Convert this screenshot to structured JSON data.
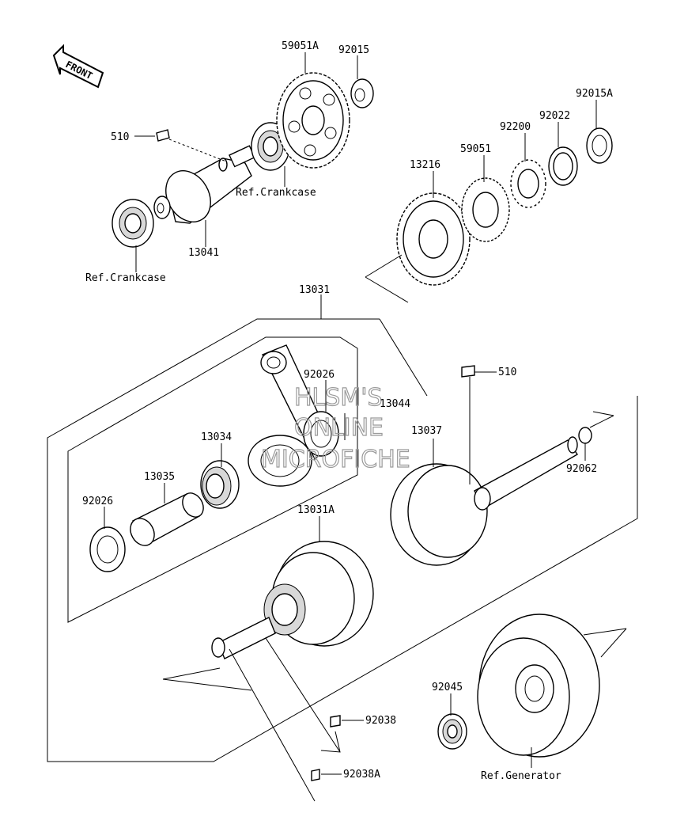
{
  "front_badge": "FRONT",
  "watermark": [
    "HLSM'S",
    "ONLINE",
    "MICROFICHE"
  ],
  "labels": {
    "p59051A": "59051A",
    "p92015": "92015",
    "p92015A": "92015A",
    "p510_top": "510",
    "p92022": "92022",
    "p92200": "92200",
    "p59051": "59051",
    "p13216": "13216",
    "ref_crankcase_1": "Ref.Crankcase",
    "p13041": "13041",
    "ref_crankcase_2": "Ref.Crankcase",
    "p13031": "13031",
    "p92026_top": "92026",
    "p13044": "13044",
    "p510_right": "510",
    "p13037": "13037",
    "p13034": "13034",
    "p92062": "92062",
    "p13035": "13035",
    "p92026_left": "92026",
    "p13031A": "13031A",
    "p92045": "92045",
    "p92038": "92038",
    "p92038A": "92038A",
    "ref_generator": "Ref.Generator"
  },
  "colors": {
    "line": "#000000",
    "watermark": "#9a9a9a",
    "background": "#ffffff"
  }
}
